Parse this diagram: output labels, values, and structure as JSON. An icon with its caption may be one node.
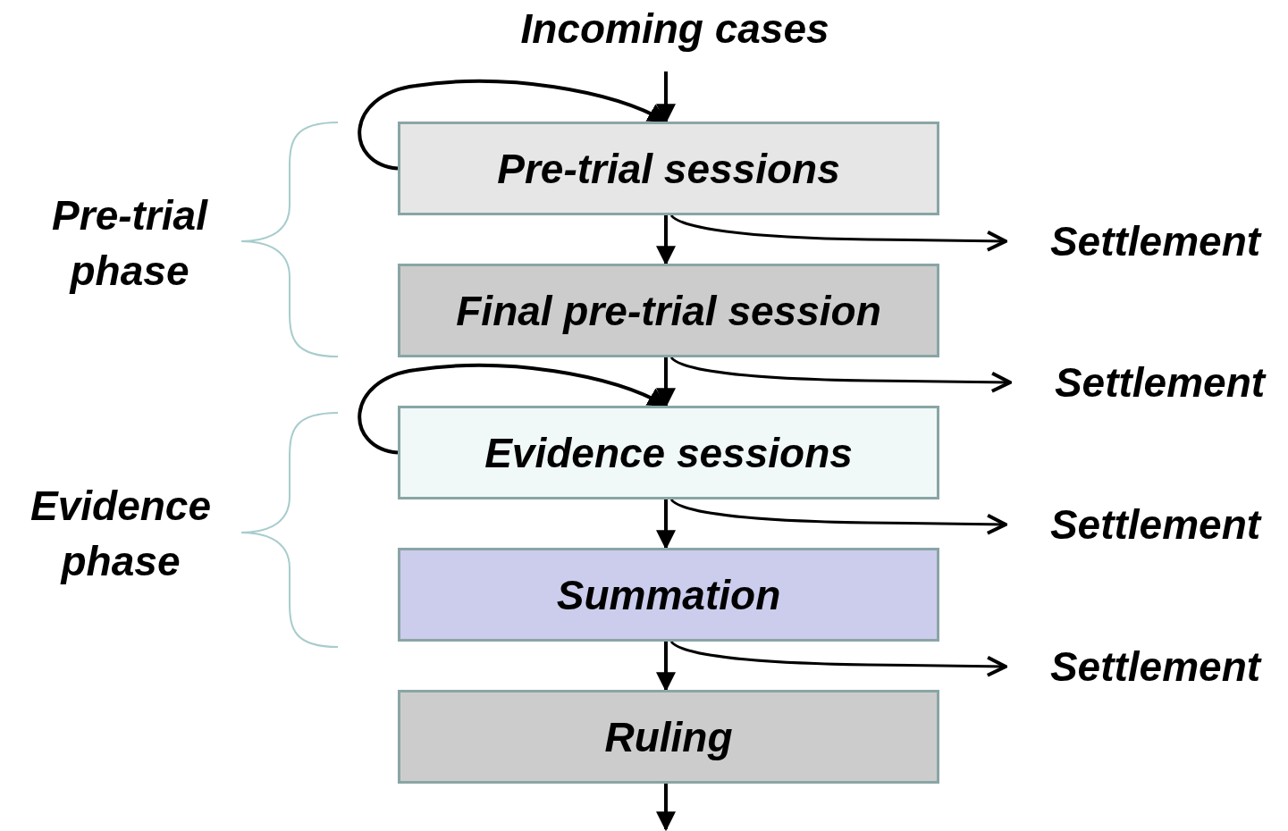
{
  "diagram": {
    "nodes": [
      {
        "text": [
          "Incoming cases"
        ]
      },
      {
        "text": [
          "Pre-trial sessions"
        ]
      },
      {
        "text": [
          "Final pre-trial session"
        ]
      },
      {
        "text": [
          "Evidence sessions"
        ]
      },
      {
        "text": [
          "Summation"
        ]
      },
      {
        "text": [
          "Ruling"
        ]
      },
      {
        "text": [
          "Settlement"
        ]
      },
      {
        "text": [
          "Settlement"
        ]
      },
      {
        "text": [
          "Settlement"
        ]
      },
      {
        "text": [
          "Settlement"
        ]
      }
    ],
    "edges": [
      {
        "from": 0,
        "to": 1,
        "arrow": "to"
      },
      {
        "from": 1,
        "to": 1,
        "arrow": "to"
      },
      {
        "from": 1,
        "to": 2,
        "arrow": "to"
      },
      {
        "from": 1,
        "to": 6,
        "arrow": "to"
      },
      {
        "from": 2,
        "to": 3,
        "arrow": "to"
      },
      {
        "from": 2,
        "to": 7,
        "arrow": "to"
      },
      {
        "from": 3,
        "to": 3,
        "arrow": "to"
      },
      {
        "from": 3,
        "to": 4,
        "arrow": "to"
      },
      {
        "from": 3,
        "to": 8,
        "arrow": "to"
      },
      {
        "from": 4,
        "to": 5,
        "arrow": "to"
      },
      {
        "from": 4,
        "to": 9,
        "arrow": "to"
      },
      {
        "from": 5,
        "to": null,
        "arrow": "to"
      }
    ],
    "labels": [
      "Pre-trial phase",
      "Evidence phase"
    ]
  }
}
